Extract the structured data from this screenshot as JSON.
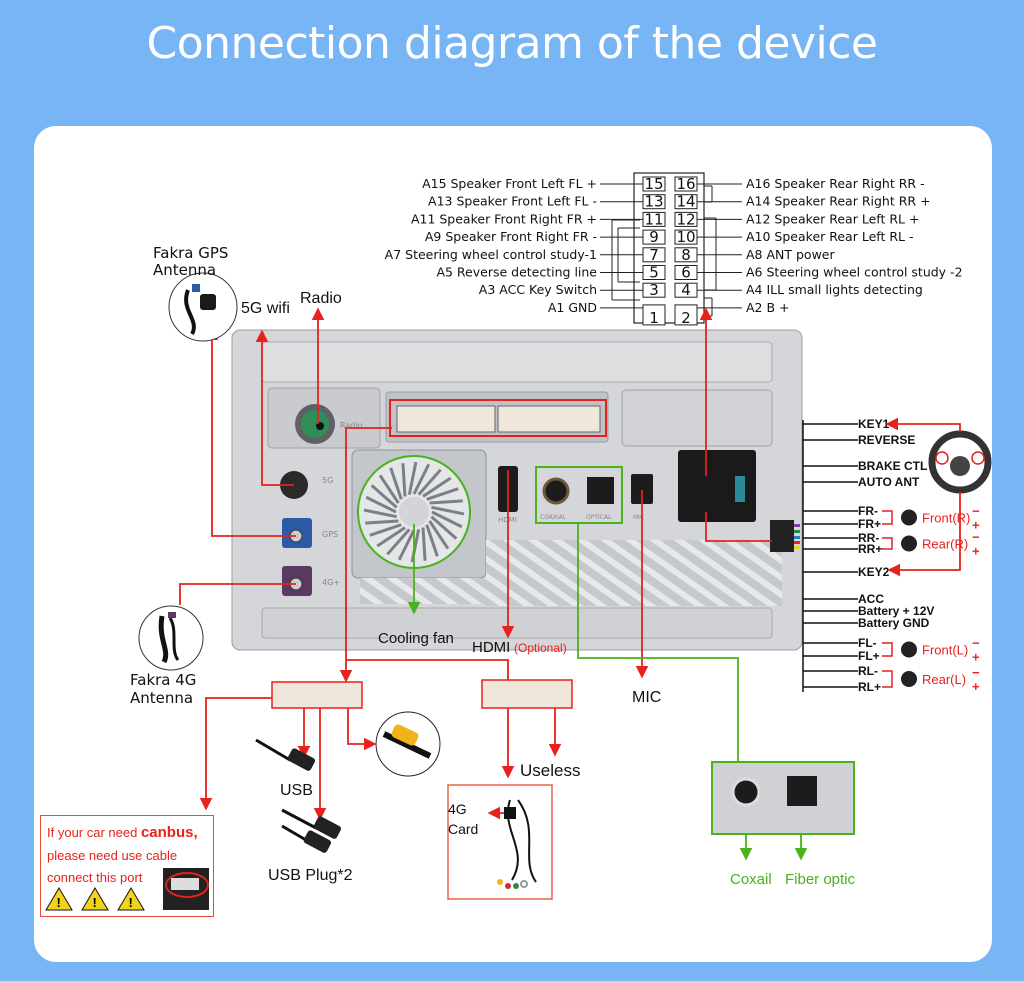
{
  "title": "Connection diagram of the device",
  "colors": {
    "background": "#78b5f4",
    "card": "#ffffff",
    "red_wire": "#e8211c",
    "green_wire": "#4ab21a",
    "panel": "#c9ccd0"
  },
  "iso_connector": {
    "left_labels": [
      {
        "pin": "15",
        "label": "A15 Speaker Front Left FL +"
      },
      {
        "pin": "13",
        "label": "A13 Speaker Front Left FL -"
      },
      {
        "pin": "11",
        "label": "A11 Speaker Front Right FR +"
      },
      {
        "pin": "9",
        "label": "A9 Speaker Front Right FR -"
      },
      {
        "pin": "7",
        "label": "A7 Steering wheel control study-1"
      },
      {
        "pin": "5",
        "label": "A5 Reverse detecting line"
      },
      {
        "pin": "3",
        "label": "A3 ACC Key Switch"
      },
      {
        "pin": "1",
        "label": "A1 GND"
      }
    ],
    "right_labels": [
      {
        "pin": "16",
        "label": "A16 Speaker Rear Right RR -"
      },
      {
        "pin": "14",
        "label": "A14 Speaker Rear Right RR +"
      },
      {
        "pin": "12",
        "label": "A12 Speaker Rear Left RL +"
      },
      {
        "pin": "10",
        "label": "A10 Speaker Rear Left RL -"
      },
      {
        "pin": "8",
        "label": "A8   ANT power"
      },
      {
        "pin": "6",
        "label": "A6   Steering wheel control study -2"
      },
      {
        "pin": "4",
        "label": "A4   ILL small lights detecting"
      },
      {
        "pin": "2",
        "label": "A2   B +"
      }
    ]
  },
  "antennas": {
    "gps": {
      "line1": "Fakra GPS",
      "line2": "Antenna"
    },
    "wifi": "5G wifi",
    "radio": "Radio",
    "lte": {
      "line1": "Fakra 4G",
      "line2": "Antenna"
    }
  },
  "panel_labels": {
    "radio": "Radio",
    "fiveg": "5G",
    "gps": "GPS",
    "fourg": "4G+",
    "hdmi": "HDMI",
    "coaxial": "COAXIAL",
    "optical": "OPTICAL",
    "mic": "MIC"
  },
  "callouts": {
    "cooling_fan": "Cooling fan",
    "hdmi": "HDMI",
    "hdmi_optional": "(Optional)",
    "mic": "MIC",
    "usb": "USB",
    "usb_plug": "USB Plug*2",
    "useless": "Useless",
    "card_4g": {
      "line1": "4G",
      "line2": "Card"
    },
    "coaxial": "Coxail",
    "fiber": "Fiber optic"
  },
  "canbus_note": {
    "line1_pre": "If your car need ",
    "line1_bold": "canbus,",
    "line2": "please need use cable",
    "line3": "connect this port"
  },
  "harness": {
    "wires": [
      "KEY1",
      "REVERSE",
      "BRAKE CTL",
      "AUTO ANT",
      "FR-",
      "FR+",
      "RR-",
      "RR+",
      "KEY2",
      "ACC",
      "Battery + 12V",
      "Battery GND",
      "FL-",
      "FL+",
      "RL-",
      "RL+"
    ],
    "speakers": [
      {
        "name": "Front(R)",
        "sign": "-+"
      },
      {
        "name": "Rear(R)",
        "sign": "-+"
      },
      {
        "name": "Front(L)",
        "sign": "-+"
      },
      {
        "name": "Rear(L)",
        "sign": "-+"
      }
    ]
  }
}
